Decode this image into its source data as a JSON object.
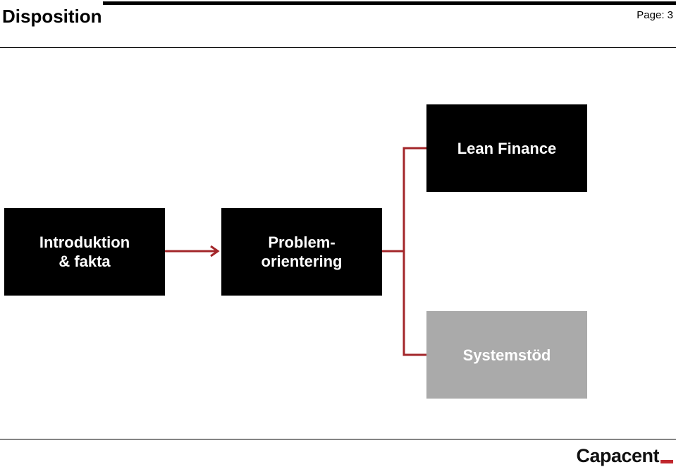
{
  "header": {
    "title": "Disposition",
    "page_label": "Page: 3"
  },
  "diagram": {
    "nodes": {
      "intro": "Introduktion\n&  fakta",
      "problem": "Problem-\norientering",
      "lean": "Lean Finance",
      "system": "Systemstöd"
    },
    "edges": [
      {
        "from": "intro",
        "to": "problem",
        "arrow": true
      },
      {
        "from": "problem",
        "to": "lean",
        "arrow": false
      },
      {
        "from": "problem",
        "to": "system",
        "arrow": false
      }
    ]
  },
  "footer": {
    "logo_text": "Capacent"
  },
  "colors": {
    "box_dark": "#000000",
    "box_muted": "#aaaaaa",
    "connector": "#a3262a",
    "logo_accent": "#c0272d"
  },
  "icons": {
    "logo_mark": "red-underscore"
  }
}
